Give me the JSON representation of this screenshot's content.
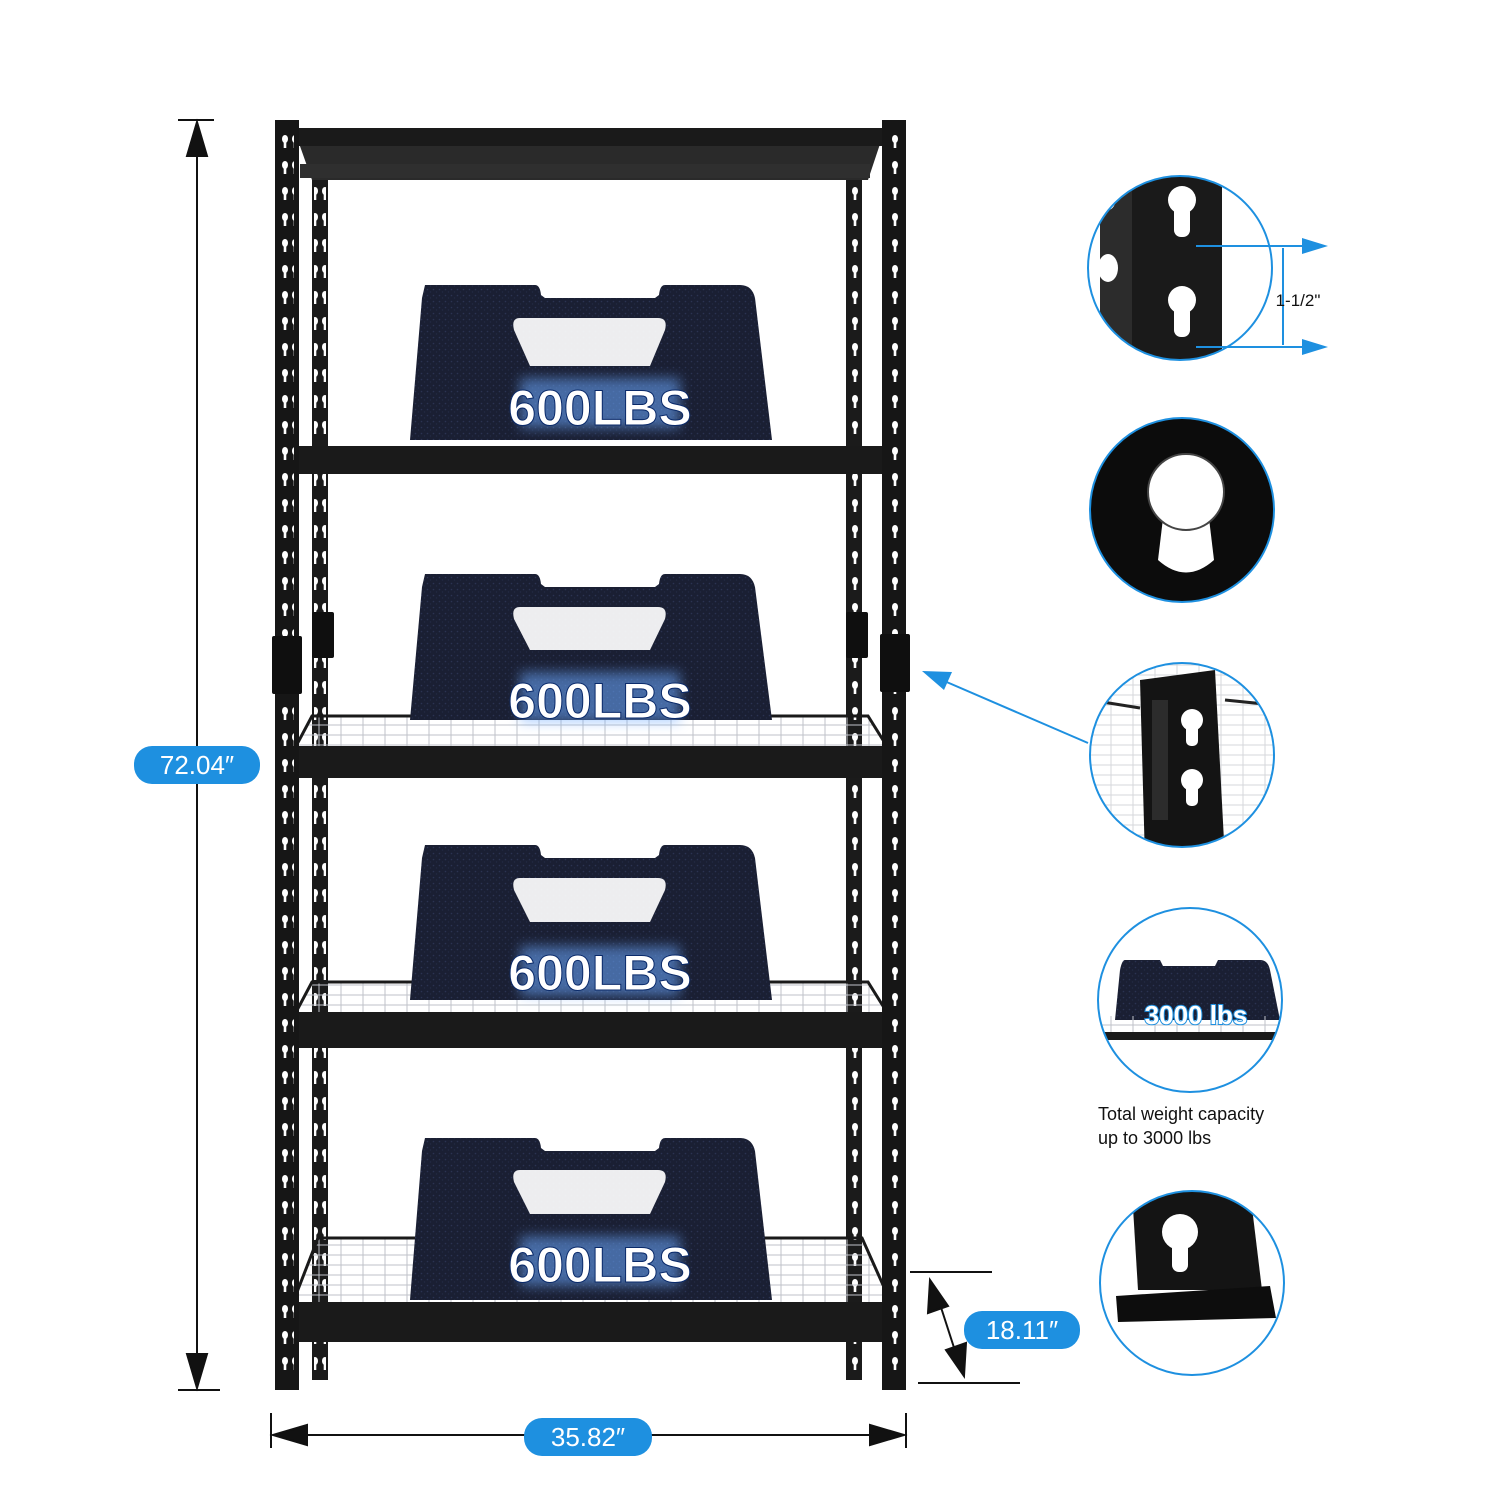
{
  "product": {
    "shelf_count": 5,
    "shelf_load_label": "600LBS",
    "colors": {
      "frame": "#111111",
      "accent": "#1e90e0",
      "weight_block": "#161a2a",
      "weight_glow": "#6aa8ff"
    }
  },
  "dimensions": {
    "height": "72.04″",
    "width": "35.82″",
    "depth": "18.11″"
  },
  "weights": [
    {
      "label": "600LBS"
    },
    {
      "label": "600LBS"
    },
    {
      "label": "600LBS"
    },
    {
      "label": "600LBS"
    }
  ],
  "detail_callouts": [
    {
      "name": "hole-spacing",
      "label": "1-1/2\""
    },
    {
      "name": "keyhole-slot"
    },
    {
      "name": "corner-bracket"
    },
    {
      "name": "capacity",
      "label": "3000 lbs"
    },
    {
      "name": "foot-cap"
    }
  ],
  "capacity_caption": {
    "line1": "Total weight capacity",
    "line2": "up to 3000 lbs"
  }
}
